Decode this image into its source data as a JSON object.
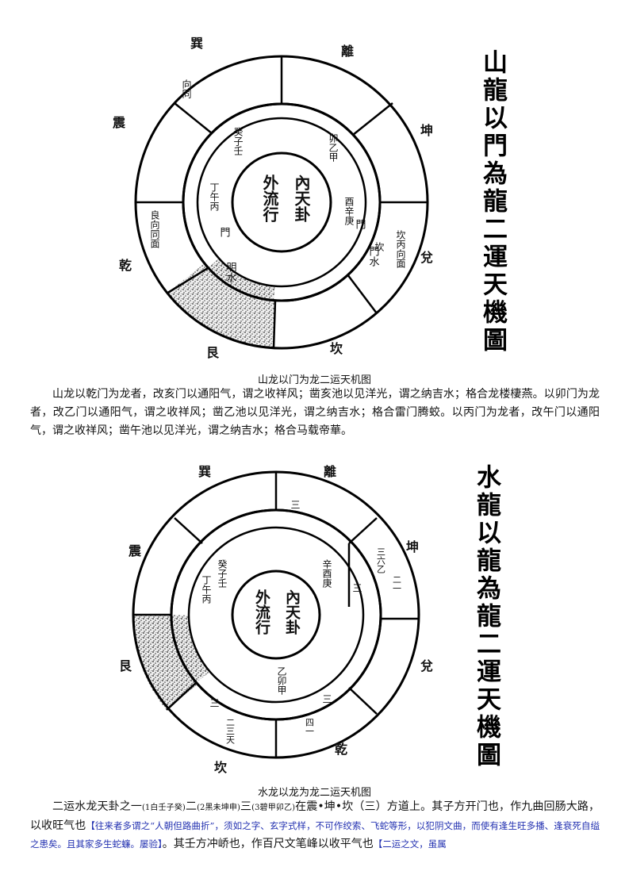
{
  "figure1": {
    "title": "山龍以門為龍二運天機圖",
    "center": [
      "內天卦",
      "外流行"
    ],
    "inner_labels": [
      "酉辛庚",
      "癸子壬",
      "丁午丙",
      "卯乙甲"
    ],
    "middle_labels": [
      "門",
      "門",
      "明水",
      "門水"
    ],
    "outer_labels": [
      "向同",
      "坎",
      "良向同面",
      "坎丙向面"
    ],
    "direction_labels": [
      "巽",
      "離",
      "震",
      "坤",
      "艮",
      "坎",
      "乾",
      "兌"
    ],
    "caption": "山龙以门为龙二运天机图"
  },
  "paragraph1": "山龙以乾门为龙者，改亥门以通阳气，谓之收祥风；凿亥池以见洋光，谓之纳吉水；格合龙楼棲燕。以卯门为龙者，改乙门以通阳气，谓之收祥风；凿乙池以见洋光，谓之纳吉水；格合雷门腾蛟。以丙门为龙者，改午门以通阳气，谓之收祥风；凿午池以见洋光，谓之纳吉水；格合马载帝華。",
  "figure2": {
    "title": "水龍以龍為龍二運天機圖",
    "center": [
      "內天卦",
      "外流行"
    ],
    "inner_labels": [
      "癸子壬",
      "丁午丙",
      "乙卯甲",
      "辛酉庚"
    ],
    "middle_labels": [
      "三",
      "三",
      "三",
      "三"
    ],
    "outer_labels": [
      "三六乙",
      "二三天",
      "四一",
      "二一"
    ],
    "direction_labels": [
      "巽",
      "離",
      "震",
      "坤",
      "艮",
      "坎",
      "乾",
      "兌"
    ],
    "caption": "水龙以龙为龙二运天机图"
  },
  "paragraph2": {
    "t1": "二运水龙天卦之一",
    "s1": "(1白壬子癸)",
    "t2": "二",
    "s2": "(2黑未坤申)",
    "t3": "三",
    "s3": "(3碧甲卯乙)",
    "t4": "在震•坤•坎（三）方道上。其子方开门也，作九曲回肠大路，以收旺气也",
    "n1": "【往来者多谓之“人朝但路曲折”，须如之字、玄字式样，不可作绞索、飞蛇等形，以犯阴文曲，而使有逢生旺多播、逢衰死自缢之患矣。且其家多生蛇蠊。屡验】",
    "t5": "。其壬方冲峤也，作百尺文笔峰以收平气也",
    "n2": "【二运之文，虽属"
  }
}
